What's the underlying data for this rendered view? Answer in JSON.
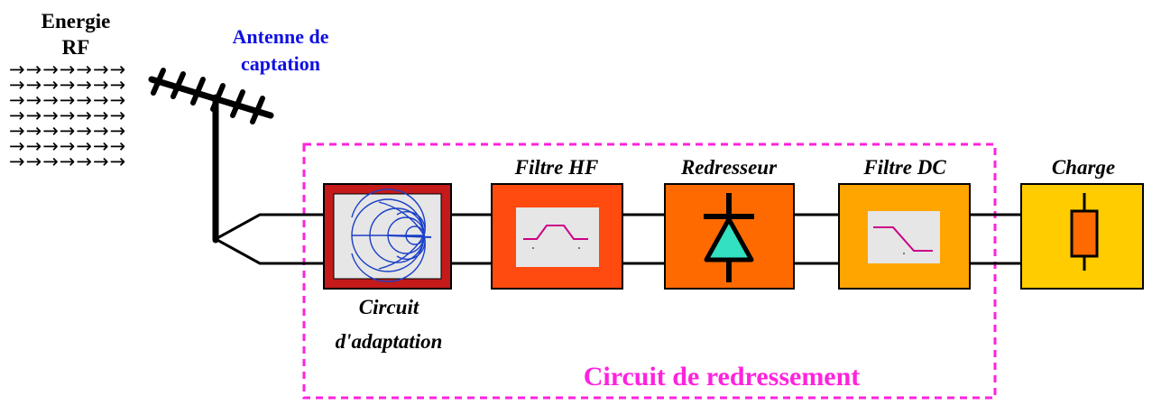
{
  "labels": {
    "rf_energy_line1": "Energie",
    "rf_energy_line2": "RF",
    "antenna_line1": "Antenne de",
    "antenna_line2": "captation",
    "matching_line1": "Circuit",
    "matching_line2": "d'adaptation",
    "hf_filter": "Filtre HF",
    "rectifier": "Redresseur",
    "dc_filter": "Filtre DC",
    "load": "Charge",
    "rectification_circuit": "Circuit de redressement"
  },
  "arrow_rows": [
    "→→→→→→→",
    "→→→→→→→",
    "→→→→→→→",
    "→→→→→→→",
    "→→→→→→→",
    "→→→→→→→",
    "→→→→→→→"
  ],
  "colors": {
    "matching_outer": "#c41a1a",
    "matching_inner": "#e6e6e6",
    "smith_chart": "#1a3fc8",
    "hf_filter": "#ff4a10",
    "rectifier": "#ff6a00",
    "diode": "#33e0c0",
    "dc_filter": "#ffa500",
    "load": "#ffcc00",
    "filter_curve": "#cc0088",
    "dashed_frame": "#ff22dd",
    "antenna_label": "#1010e0"
  },
  "icons": {
    "matching": "smith-chart-icon",
    "hf_filter": "bandpass-response-icon",
    "rectifier": "diode-icon",
    "dc_filter": "lowpass-response-icon",
    "load": "resistor-icon",
    "antenna": "yagi-antenna-icon"
  }
}
